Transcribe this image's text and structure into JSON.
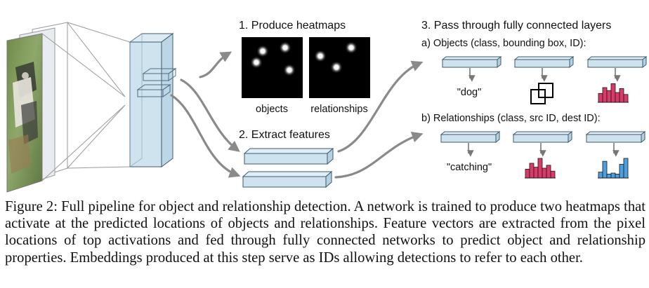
{
  "colors": {
    "tensor_fill": "#cfe3ee",
    "tensor_edge": "#3c5a6e",
    "arrow": "#8a8a8a",
    "histogram_pink": "#d93a67",
    "histogram_blue": "#4d9fe0",
    "heatmap_bg": "#000000",
    "blob": "#ffffff"
  },
  "steps": {
    "step1_title": "1. Produce heatmaps",
    "heatmap_labels": [
      "objects",
      "relationships"
    ],
    "step2_title": "2. Extract features",
    "step3_title": "3. Pass through fully connected layers",
    "objects_subtitle": "a) Objects (class, bounding box, ID):",
    "relationships_subtitle": "b) Relationships (class, src ID, dest ID):",
    "object_class_output": "\"dog\"",
    "relationship_class_output": "\"catching\""
  },
  "icons": {
    "bounding_box": "bounding-box-icon",
    "histogram": "histogram-icon",
    "input_image": "dog-photo-thumbnail"
  },
  "histograms": {
    "object_id": [
      0.45,
      0.75,
      0.6,
      0.95,
      0.5,
      0.7,
      0.4
    ],
    "relationship_class": [
      0.45,
      0.75,
      0.55,
      1.0,
      0.5,
      0.65,
      0.35
    ],
    "relationship_dest": [
      0.3,
      0.85,
      0.2,
      0.25,
      0.2,
      0.7,
      1.0
    ]
  },
  "caption": "Figure 2: Full pipeline for object and relationship detection. A network is trained to produce two heatmaps that activate at the predicted locations of objects and relationships. Feature vectors are extracted from the pixel locations of top activations and fed through fully connected networks to predict object and relationship properties. Embeddings produced at this step serve as IDs allowing detections to refer to each other."
}
